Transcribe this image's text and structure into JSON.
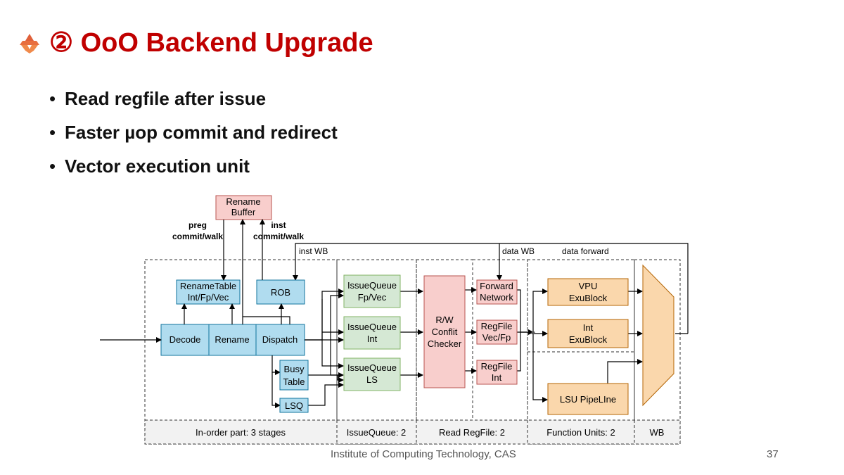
{
  "title": "② OoO Backend Upgrade",
  "bullets": [
    "Read regfile after issue",
    "Faster µop commit and redirect",
    "Vector execution unit"
  ],
  "footer": "Institute of Computing Technology, CAS",
  "page_number": "37",
  "diagram": {
    "rename_buffer": [
      "Rename",
      "Buffer"
    ],
    "preg_commit": [
      "preg",
      "commit/walk"
    ],
    "inst_commit": [
      "inst",
      "commit/walk"
    ],
    "inst_wb": "inst WB",
    "data_wb": "data WB",
    "data_forward": "data forward",
    "rename_table": [
      "RenameTable",
      "Int/Fp/Vec"
    ],
    "rob": "ROB",
    "decode": "Decode",
    "rename": "Rename",
    "dispatch": "Dispatch",
    "busy_table": [
      "Busy",
      "Table"
    ],
    "lsq": "LSQ",
    "iq_fpvec": [
      "IssueQueue",
      "Fp/Vec"
    ],
    "iq_int": [
      "IssueQueue",
      "Int"
    ],
    "iq_ls": [
      "IssueQueue",
      "LS"
    ],
    "rw_checker": [
      "R/W",
      "Conflit",
      "Checker"
    ],
    "forward_network": [
      "Forward",
      "Network"
    ],
    "regfile_vecfp": [
      "RegFile",
      "Vec/Fp"
    ],
    "regfile_int": [
      "RegFile",
      "Int"
    ],
    "vpu": [
      "VPU",
      "ExuBlock"
    ],
    "int_exu": [
      "Int",
      "ExuBlock"
    ],
    "lsu": "LSU PipeLIne",
    "stages": [
      "In-order part: 3 stages",
      "IssueQueue: 2",
      "Read RegFile: 2",
      "Function Units: 2",
      "WB"
    ],
    "colors": {
      "blue": "#b0dcef",
      "green": "#d5e8d4",
      "red": "#f8cecc",
      "orange": "#fad7ac",
      "title": "#c00000"
    }
  }
}
